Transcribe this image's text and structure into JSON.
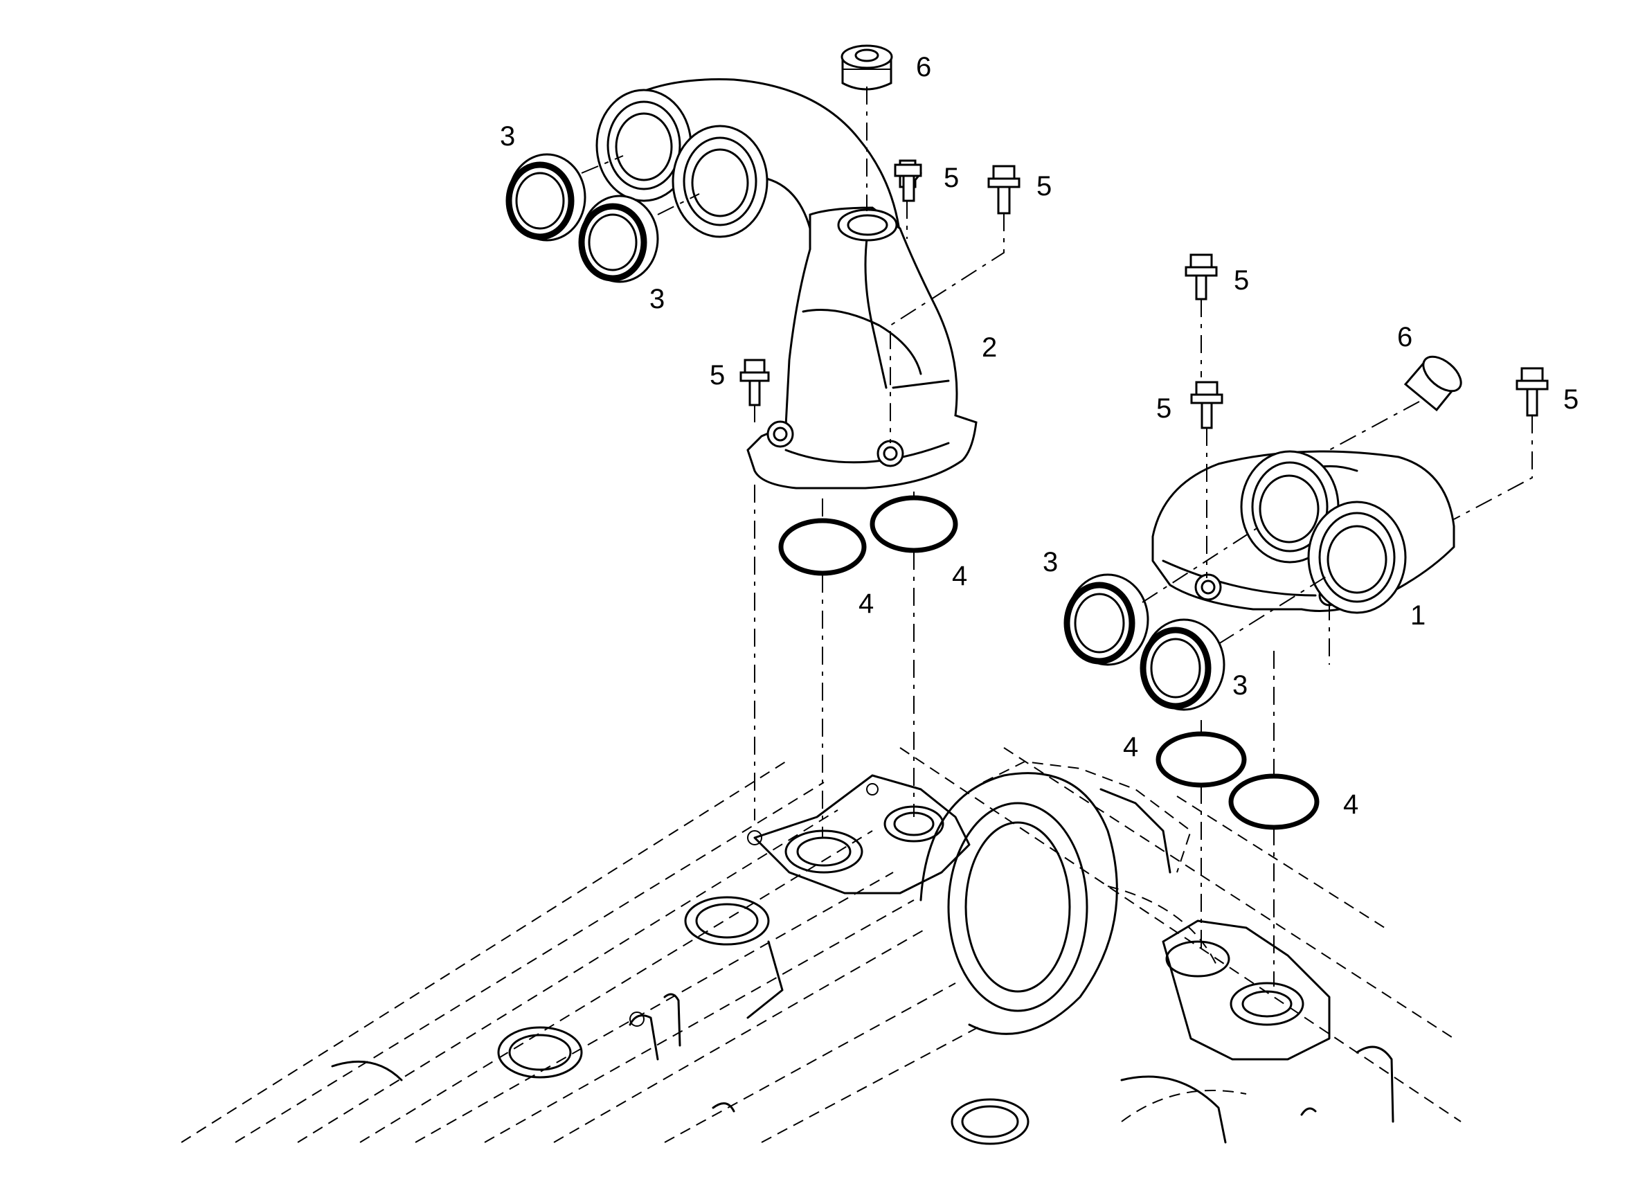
{
  "callouts": {
    "upper_left_seal_a": "3",
    "upper_left_seal_b": "3",
    "upper_plug": "6",
    "upper_bolt_a": "5",
    "upper_bolt_b": "5",
    "upper_housing": "2",
    "upper_bolt_c": "5",
    "upper_oring_a": "4",
    "upper_oring_b": "4",
    "right_bolt_a": "5",
    "right_bolt_b": "5",
    "right_plug": "6",
    "right_bolt_c": "5",
    "right_seal_a": "3",
    "right_seal_b": "3",
    "right_housing": "1",
    "right_oring_a": "4",
    "right_oring_b": "4"
  }
}
